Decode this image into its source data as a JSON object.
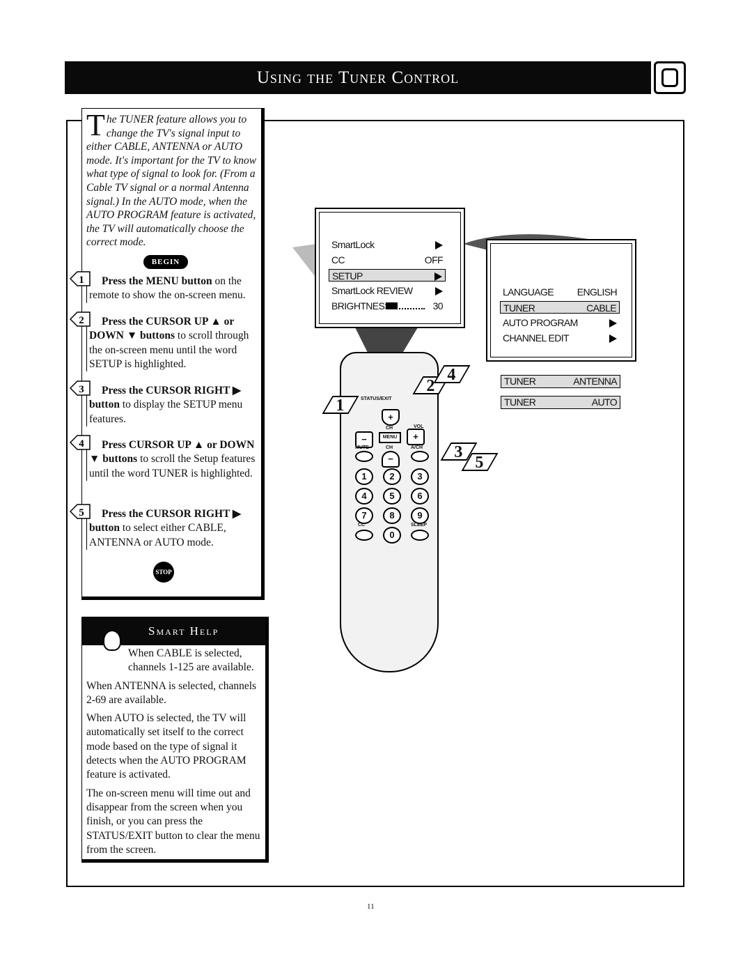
{
  "header": {
    "title": "Using the Tuner Control"
  },
  "intro": {
    "dropcap": "T",
    "text": "he TUNER feature allows you to change the TV's signal input to either CABLE, ANTENNA or AUTO mode. It's important for the TV to know what type of signal to look for. (From a Cable TV signal or a normal Antenna signal.) In the AUTO mode, when the AUTO PROGRAM feature is activated, the TV will automatically choose the correct mode.",
    "begin": "BEGIN",
    "stop": "STOP"
  },
  "steps": [
    {
      "num": "1",
      "bold": "Press the MENU button",
      "rest": " on the remote to show the on-screen menu."
    },
    {
      "num": "2",
      "bold": "Press the CURSOR UP ▲ or DOWN ▼ buttons",
      "rest": " to scroll through the on-screen menu until the word SETUP is highlighted."
    },
    {
      "num": "3",
      "bold": "Press the CURSOR RIGHT ▶ button",
      "rest": " to display the SETUP menu features."
    },
    {
      "num": "4",
      "bold": "Press CURSOR UP ▲ or DOWN ▼ buttons",
      "rest": " to scroll the Setup features until the word TUNER is highlighted."
    },
    {
      "num": "5",
      "bold": "Press the CURSOR RIGHT ▶ button",
      "rest": " to select either CABLE, ANTENNA or AUTO mode."
    }
  ],
  "smart_help": {
    "title": "Smart Help",
    "paragraphs": [
      "When CABLE is selected, channels 1-125 are available.",
      "When ANTENNA is selected, channels 2-69 are available.",
      "When AUTO is selected, the TV will automatically set itself to the correct mode based on the type of signal it detects when the AUTO PROGRAM feature is activated.",
      "The on-screen menu will time out and disappear from the screen when you finish, or you can press the STATUS/EXIT button to clear the menu from the screen."
    ]
  },
  "main_menu": {
    "items": [
      {
        "label": "SmartLock",
        "value": "▶"
      },
      {
        "label": "CC",
        "value": "OFF"
      },
      {
        "label": "SETUP",
        "value": "▶",
        "highlighted": true
      },
      {
        "label": "SmartLock REVIEW",
        "value": "▶"
      },
      {
        "label": "BRIGHTNESS",
        "value": "30",
        "brightness": 30
      }
    ]
  },
  "setup_menu": {
    "items": [
      {
        "label": "LANGUAGE",
        "value": "ENGLISH"
      },
      {
        "label": "TUNER",
        "value": "CABLE",
        "highlighted": true
      },
      {
        "label": "AUTO PROGRAM",
        "value": "▶"
      },
      {
        "label": "CHANNEL EDIT",
        "value": "▶"
      }
    ]
  },
  "tuner_options": [
    {
      "label": "TUNER",
      "value": "ANTENNA"
    },
    {
      "label": "TUNER",
      "value": "AUTO"
    }
  ],
  "remote": {
    "labels": {
      "status": "STATUS/EXIT",
      "ch": "CH",
      "vol": "VOL",
      "menu": "MENU",
      "mute": "MUTE",
      "ach": "A/CH",
      "cc": "CC",
      "sleep": "SLEEP"
    },
    "digits": [
      "1",
      "2",
      "3",
      "4",
      "5",
      "6",
      "7",
      "8",
      "9",
      "0"
    ],
    "callouts": [
      "1",
      "2",
      "4",
      "3",
      "5"
    ]
  },
  "page_number": "11"
}
